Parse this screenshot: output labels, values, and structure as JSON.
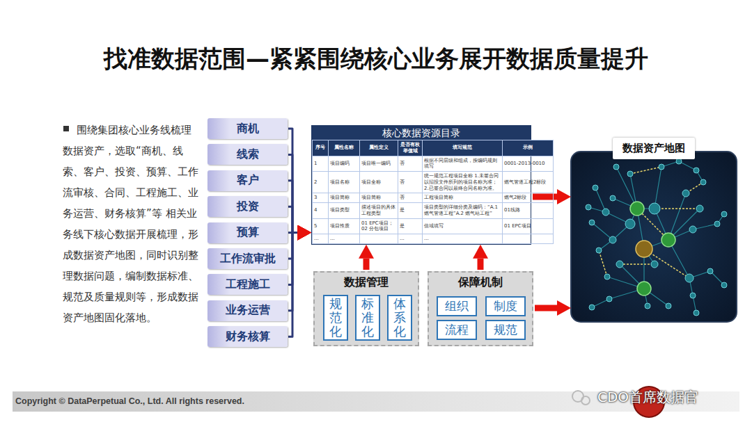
{
  "diagram": {
    "title": "找准数据范围—紧紧围绕核心业务展开数据质量提升",
    "nodes": [
      {
        "text": [
          "商机"
        ]
      },
      {
        "text": [
          "线索"
        ]
      },
      {
        "text": [
          "客户"
        ]
      },
      {
        "text": [
          "投资"
        ]
      },
      {
        "text": [
          "预算"
        ]
      },
      {
        "text": [
          "工作流审批"
        ]
      },
      {
        "text": [
          "工程施工"
        ]
      },
      {
        "text": [
          "业务运营"
        ]
      },
      {
        "text": [
          "财务核算"
        ]
      },
      {
        "text": [
          "核心数据资源目录"
        ]
      },
      {
        "text": [
          "数据管理"
        ]
      },
      {
        "text": [
          "规范化"
        ],
        "in": 10
      },
      {
        "text": [
          "标准化"
        ],
        "in": 10
      },
      {
        "text": [
          "体系化"
        ],
        "in": 10
      },
      {
        "text": [
          "保障机制"
        ]
      },
      {
        "text": [
          "组织"
        ],
        "in": 14
      },
      {
        "text": [
          "制度"
        ],
        "in": 14
      },
      {
        "text": [
          "流程"
        ],
        "in": 14
      },
      {
        "text": [
          "规范"
        ],
        "in": 14
      },
      {
        "text": [
          "数据资产地图"
        ]
      }
    ],
    "edges": [
      {
        "from": 0,
        "to": 9,
        "arrow": "to"
      },
      {
        "from": 1,
        "to": 9,
        "arrow": "to"
      },
      {
        "from": 2,
        "to": 9,
        "arrow": "to"
      },
      {
        "from": 3,
        "to": 9,
        "arrow": "to"
      },
      {
        "from": 4,
        "to": 9,
        "arrow": "to"
      },
      {
        "from": 5,
        "to": 9,
        "arrow": "to"
      },
      {
        "from": 6,
        "to": 9,
        "arrow": "to"
      },
      {
        "from": 7,
        "to": 9,
        "arrow": "to"
      },
      {
        "from": 8,
        "to": 9,
        "arrow": "to"
      },
      {
        "from": 10,
        "to": 9,
        "arrow": "to"
      },
      {
        "from": 14,
        "to": 9,
        "arrow": "to"
      },
      {
        "from": 9,
        "to": 19,
        "arrow": "to"
      },
      {
        "from": 14,
        "to": 19,
        "arrow": "to"
      }
    ],
    "labels": [
      "围绕集团核心业务线梳理数据资产，选取“商机、线索、客户、投资、预算、工作流审核、合同、工程施工、业务运营、财务核算”等 相关业务线下核心数据开展梳理，形成数据资产地图，同时识别整理数据问题，编制数据标准、规范及质量规则等，形成数据资产地图固化落地。",
      "序号",
      "属性名称",
      "属性定义",
      "是否有枚举值域",
      "填写规范",
      "示例",
      "1",
      "项目编码",
      "项目唯一编码",
      "否",
      "根据不同层级和组成，按编码规则填写",
      "0001-2013-0010",
      "2",
      "项目名称",
      "项目全称",
      "否",
      "统一规范工程项目全称 1.未签合同以招投文件所列的项目名称为准； 2.已签合同以最终合同名称为准。",
      "燃气管道工程2标段",
      "3",
      "项目简称",
      "项目简称",
      "否",
      "工程项目简称",
      "燃气2标段",
      "4",
      "项目类型",
      "描述项目的具体工程类型",
      "是",
      "项目类型的详细分类及编码：“A.1 燃气管道工程”A.2 燃气站工程”",
      "01线路",
      "5",
      "项目性质",
      "01 EPC项目；02 分包项目",
      "是",
      "值域填写",
      "01 EPC项目",
      "...",
      "...",
      "...",
      "...",
      "Copyright © DataPerpetual Co., Ltd. All rights reserved.",
      "CDO首席数据官"
    ]
  }
}
